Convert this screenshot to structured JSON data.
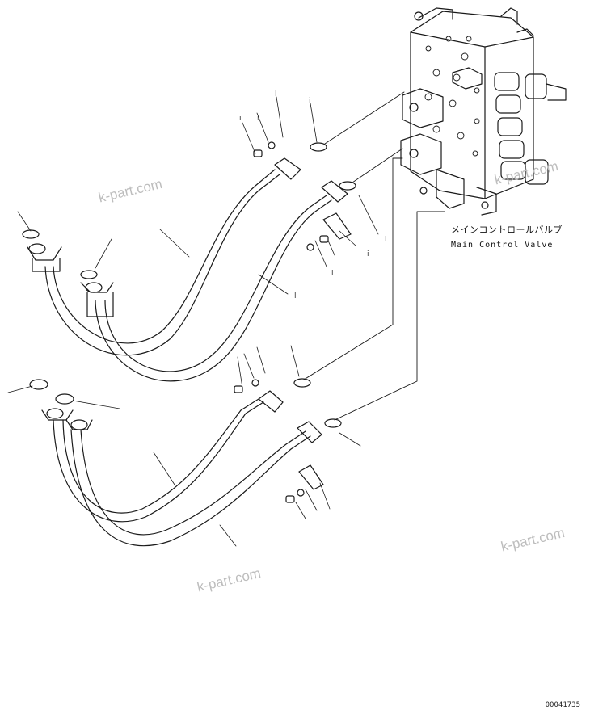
{
  "labels": {
    "part_name_jp": "メインコントロールバルブ",
    "part_name_en": "Main Control Valve",
    "figure_number": "00041735"
  },
  "watermarks": [
    "k-part.com",
    "k-part.com",
    "k-part.com",
    "k-part.com"
  ],
  "ref_marks": [
    "i",
    "l",
    "i",
    "i",
    "i",
    "i",
    "l",
    "i"
  ],
  "colors": {
    "line": "#1a1a1a",
    "watermark": "#bdbdbd",
    "background": "#ffffff"
  }
}
